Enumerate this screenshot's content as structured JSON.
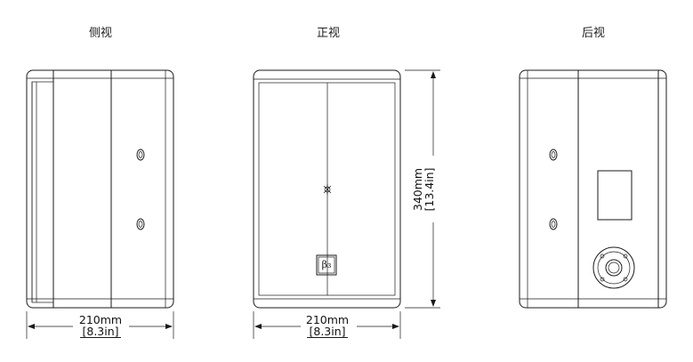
{
  "views": {
    "side": {
      "title": "侧视",
      "width_mm": "210mm",
      "width_in": "[8.3in]"
    },
    "front": {
      "title": "正视",
      "width_mm": "210mm",
      "width_in": "[8.3in]",
      "height_mm": "340mm",
      "height_in": "[13.4in]",
      "badge": "β₃"
    },
    "back": {
      "title": "后视"
    }
  },
  "colors": {
    "line": "#1a1a1a",
    "background": "#ffffff"
  }
}
